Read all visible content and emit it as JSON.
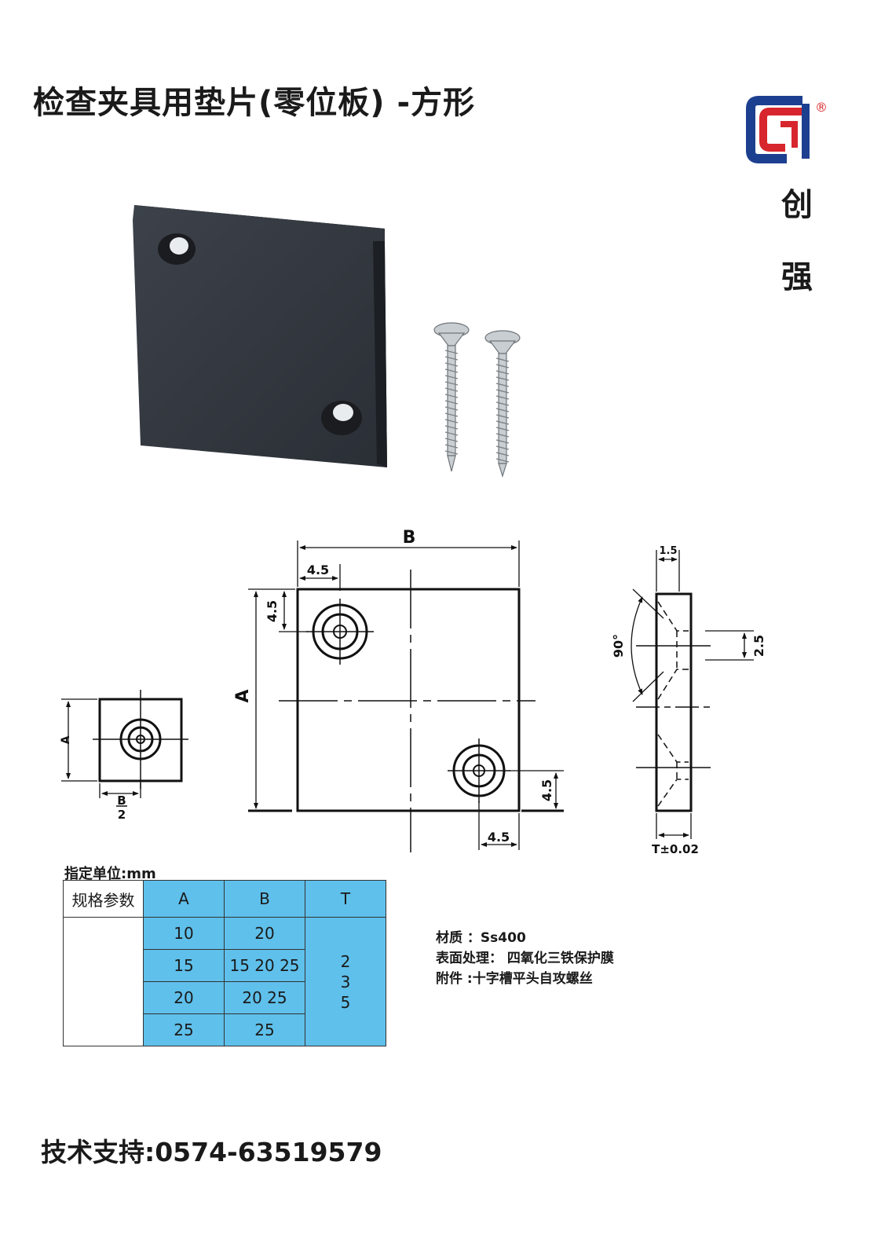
{
  "title": "检查夹具用垫片(零位板) -方形",
  "brand": {
    "char1": "创",
    "char2": "强"
  },
  "icons": {
    "logo": "brand-logo-icon",
    "registered": "®"
  },
  "colors": {
    "table_blue": "#5fc0eb",
    "logo_blue": "#1d3f8f",
    "logo_red": "#d7262d"
  },
  "drawing": {
    "small": {
      "label_a": "A",
      "label_b": "B",
      "label_half": "2"
    },
    "main": {
      "label_b": "B",
      "label_a": "A",
      "dim_offset_x": "4.5",
      "dim_offset_y": "4.5",
      "dim_offset_y2": "4.5",
      "dim_offset_x2": "4.5"
    },
    "side": {
      "dim_thickness_top": "1.5",
      "dim_angle": "90°",
      "dim_counter": "2.5",
      "dim_t": "T±0.02"
    }
  },
  "unit_note": "指定单位:mm",
  "table": {
    "header": [
      "规格参数",
      "A",
      "B",
      "T"
    ],
    "rows": [
      {
        "a": "10",
        "b": "20"
      },
      {
        "a": "15",
        "b": "15 20 25"
      },
      {
        "a": "20",
        "b": "20 25"
      },
      {
        "a": "25",
        "b": "25"
      }
    ],
    "t_values": [
      "2",
      "3",
      "5"
    ]
  },
  "materials": {
    "material": "材质 ：Ss400",
    "surface": "表面处理： 四氧化三铁保护膜",
    "accessory": "附件 :十字槽平头自攻螺丝"
  },
  "support": "技术支持:0574-63519579"
}
